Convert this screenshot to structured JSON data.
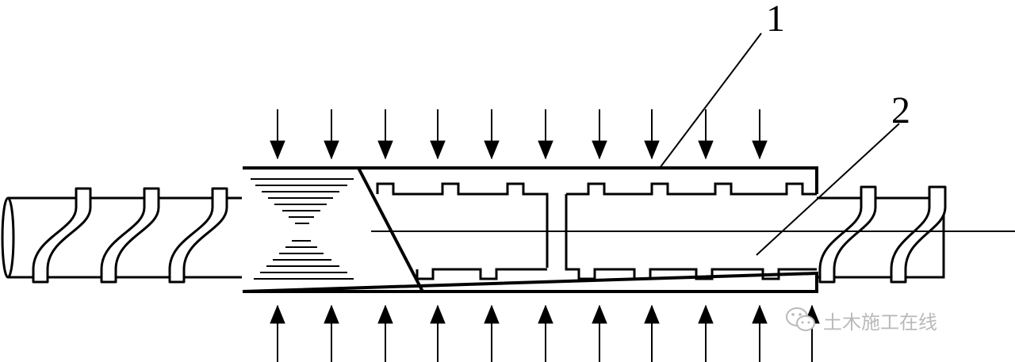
{
  "diagram": {
    "callouts": [
      {
        "id": "1",
        "text": "1"
      },
      {
        "id": "2",
        "text": "2"
      }
    ],
    "watermark": {
      "text": "土木施工在线",
      "icon": "wechat-icon"
    },
    "colors": {
      "stroke": "#000000",
      "background": "#ffffff",
      "watermark": "#b9b9b9"
    }
  }
}
